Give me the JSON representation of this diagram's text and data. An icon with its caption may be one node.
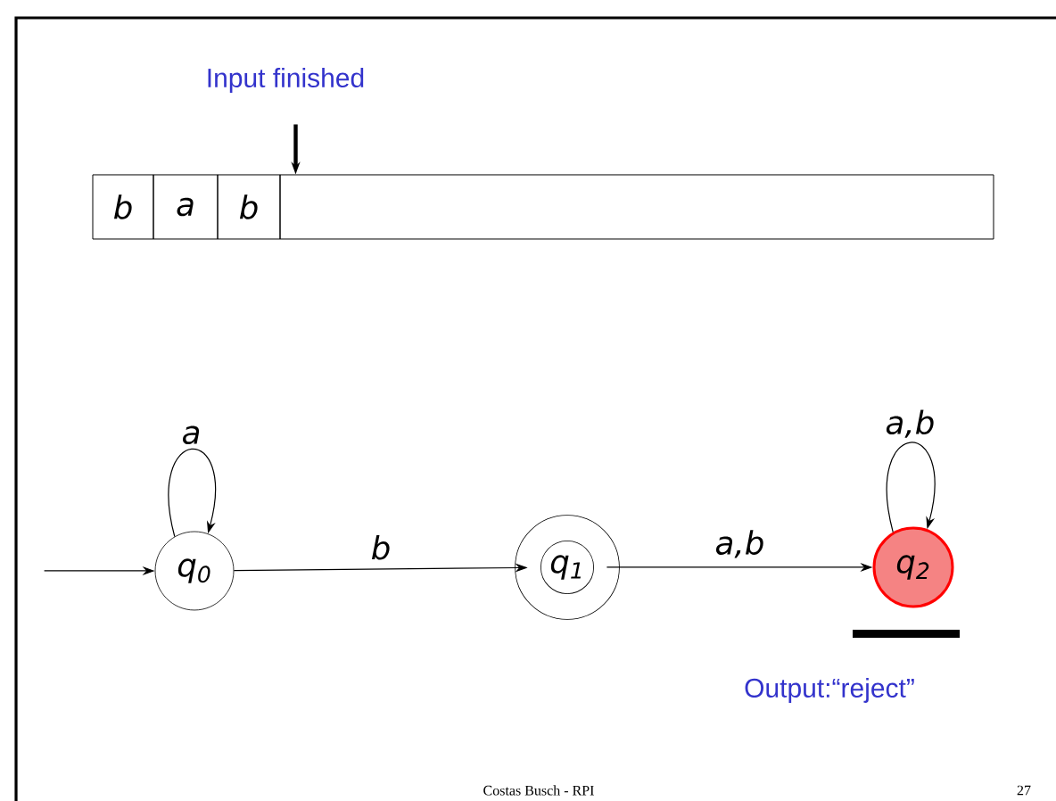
{
  "diagram": {
    "nodes": [
      {
        "text": [
          "b"
        ]
      },
      {
        "text": [
          "a"
        ]
      },
      {
        "text": [
          "b"
        ]
      },
      {
        "text": [],
        "shape": "box"
      },
      {
        "text": [
          "q$_{0}$"
        ]
      },
      {
        "text": [
          "q$_{1}$"
        ]
      },
      {
        "text": [
          "q$_{2}$"
        ]
      }
    ],
    "edges": [
      {
        "from": null,
        "to": 3,
        "arrow": "to",
        "style": "thick"
      },
      {
        "from": null,
        "to": 4,
        "arrow": "to"
      },
      {
        "from": 4,
        "to": 4,
        "arrow": "to",
        "label": "a"
      },
      {
        "from": 4,
        "to": 5,
        "arrow": "to",
        "label": "b"
      },
      {
        "from": 5,
        "to": 6,
        "arrow": "to",
        "label": "a,b"
      },
      {
        "from": 6,
        "to": 6,
        "arrow": "to",
        "label": "a,b"
      }
    ],
    "labels": [
      "Input finished",
      "Output:“reject”",
      "Costas Busch - RPI",
      "27"
    ]
  }
}
